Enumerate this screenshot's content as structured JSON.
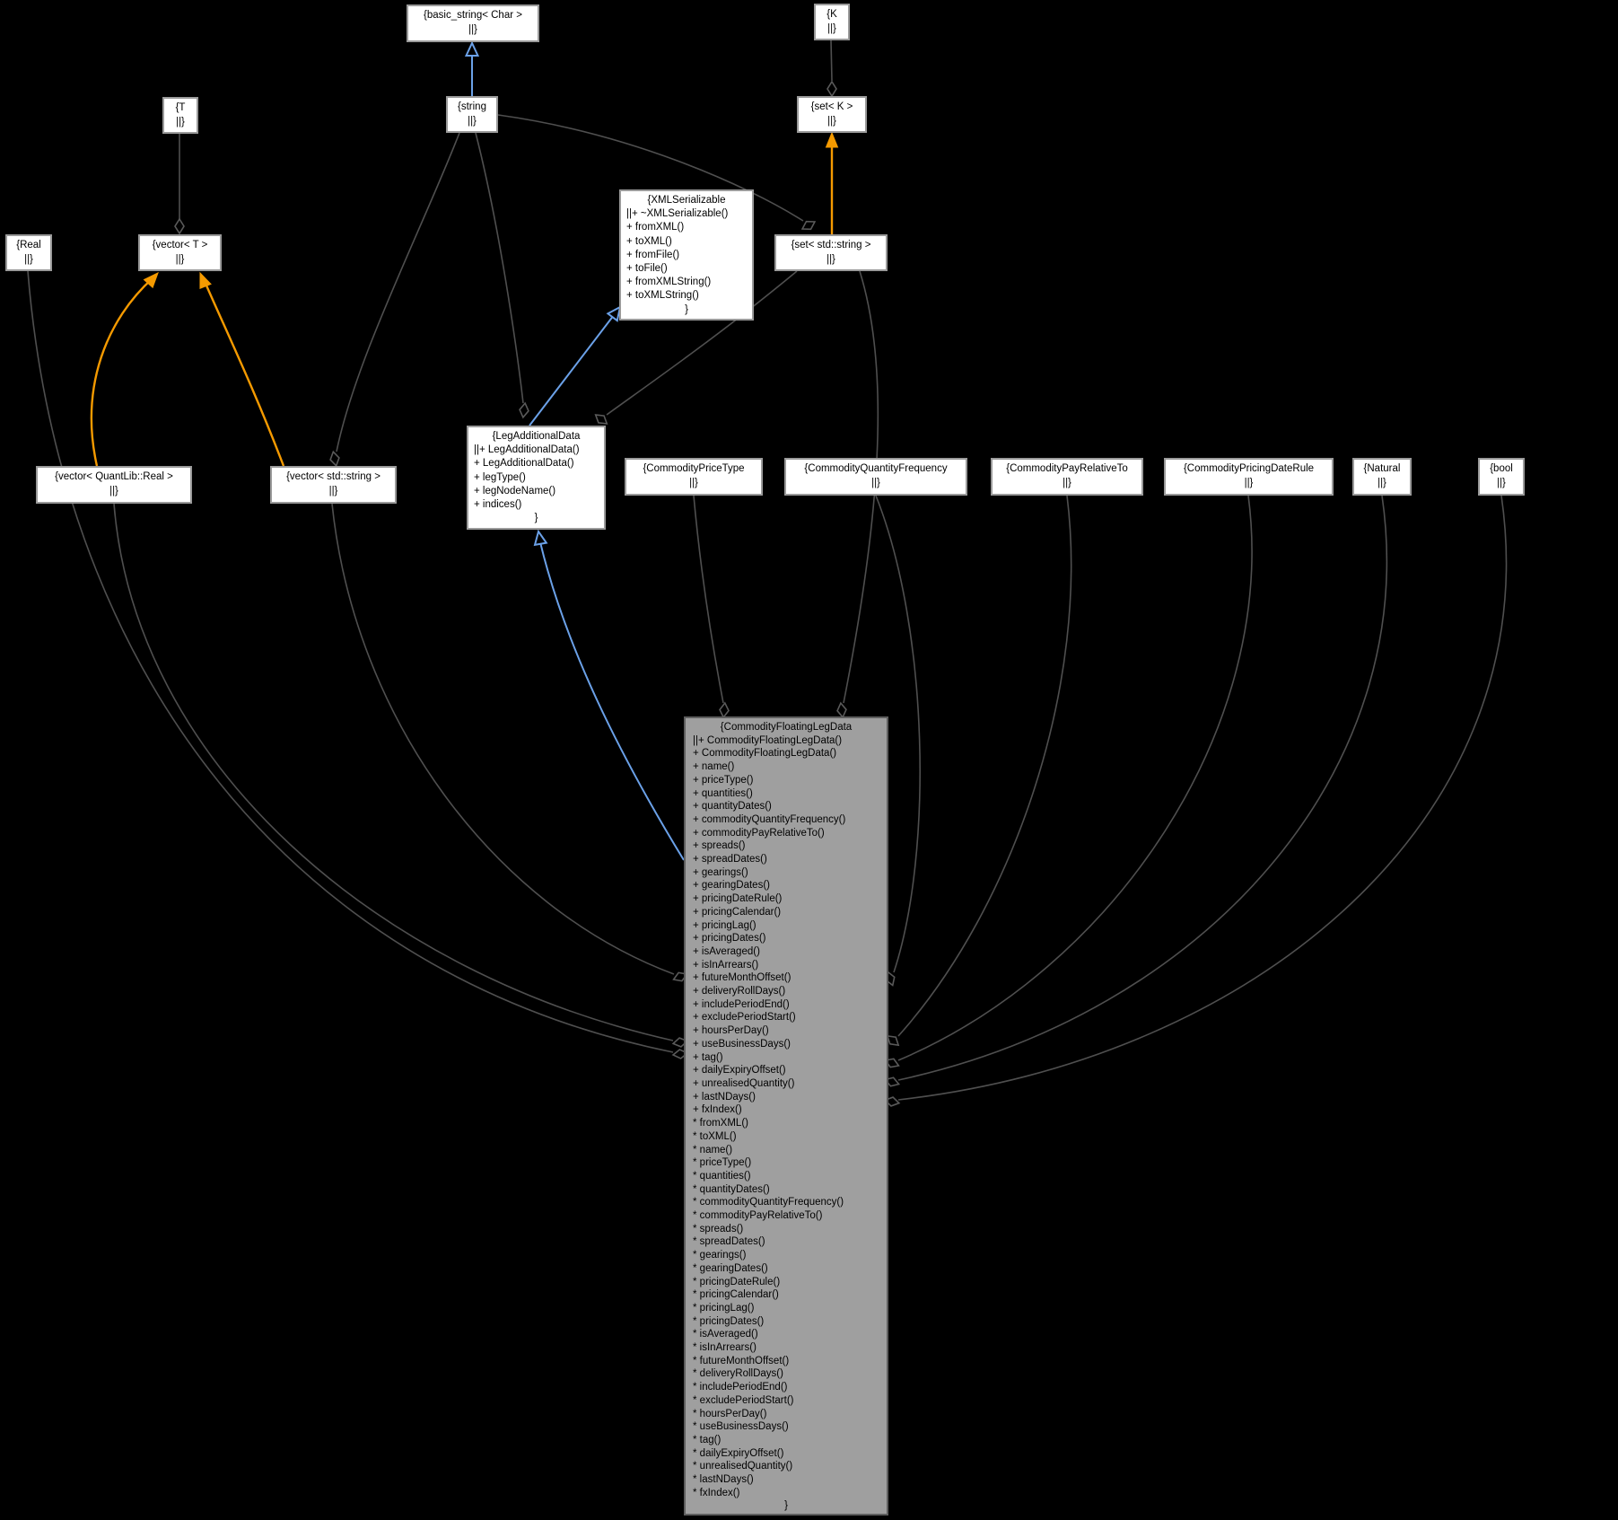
{
  "diagram": {
    "title": "CommodityFloatingLegData collaboration graph",
    "background_color": "#000000",
    "colors": {
      "inheritance_edge": "#6ba1e8",
      "template_relation_edge": "#f59a00",
      "aggregation_edge": "#4f4f4f",
      "node_background": "#ffffff",
      "node_border": "#9a9a9a",
      "main_node_background": "#9f9f9f",
      "main_node_border": "#5e5e5e",
      "node_text": "#000000"
    },
    "nodes": {
      "basic_string_char": {
        "lines": [
          "{basic_string< Char >",
          "||}"
        ]
      },
      "k": {
        "lines": [
          "{K",
          "||}"
        ]
      },
      "t": {
        "lines": [
          "{T",
          "||}"
        ]
      },
      "string": {
        "lines": [
          "{string",
          "||}"
        ]
      },
      "set_k": {
        "lines": [
          "{set< K >",
          "||}"
        ]
      },
      "xml_serializable": {
        "lines": [
          "{XMLSerializable",
          "||+ ~XMLSerializable()",
          "+ fromXML()",
          "+ toXML()",
          "+ fromFile()",
          "+ toFile()",
          "+ fromXMLString()",
          "+ toXMLString()",
          "}"
        ]
      },
      "real": {
        "lines": [
          "{Real",
          "||}"
        ]
      },
      "vector_t": {
        "lines": [
          "{vector< T >",
          "||}"
        ]
      },
      "set_std_string": {
        "lines": [
          "{set< std::string >",
          "||}"
        ]
      },
      "vector_quantlib_real": {
        "lines": [
          "{vector< QuantLib::Real >",
          "||}"
        ]
      },
      "vector_std_string": {
        "lines": [
          "{vector< std::string >",
          "||}"
        ]
      },
      "leg_additional_data": {
        "lines": [
          "{LegAdditionalData",
          "||+ LegAdditionalData()",
          "+ LegAdditionalData()",
          "+ legType()",
          "+ legNodeName()",
          "+ indices()",
          "}"
        ]
      },
      "commodity_price_type": {
        "lines": [
          "{CommodityPriceType",
          "||}"
        ]
      },
      "commodity_quantity_frequency": {
        "lines": [
          "{CommodityQuantityFrequency",
          "||}"
        ]
      },
      "commodity_pay_relative_to": {
        "lines": [
          "{CommodityPayRelativeTo",
          "||}"
        ]
      },
      "commodity_pricing_date_rule": {
        "lines": [
          "{CommodityPricingDateRule",
          "||}"
        ]
      },
      "natural": {
        "lines": [
          "{Natural",
          "||}"
        ]
      },
      "bool": {
        "lines": [
          "{bool",
          "||}"
        ]
      },
      "commodity_floating_leg_data": {
        "lines": [
          "{CommodityFloatingLegData",
          "||+ CommodityFloatingLegData()",
          "+ CommodityFloatingLegData()",
          "+ name()",
          "+ priceType()",
          "+ quantities()",
          "+ quantityDates()",
          "+ commodityQuantityFrequency()",
          "+ commodityPayRelativeTo()",
          "+ spreads()",
          "+ spreadDates()",
          "+ gearings()",
          "+ gearingDates()",
          "+ pricingDateRule()",
          "+ pricingCalendar()",
          "+ pricingLag()",
          "+ pricingDates()",
          "+ isAveraged()",
          "+ isInArrears()",
          "+ futureMonthOffset()",
          "+ deliveryRollDays()",
          "+ includePeriodEnd()",
          "+ excludePeriodStart()",
          "+ hoursPerDay()",
          "+ useBusinessDays()",
          "+ tag()",
          "+ dailyExpiryOffset()",
          "+ unrealisedQuantity()",
          "+ lastNDays()",
          "+ fxIndex()",
          "* fromXML()",
          "* toXML()",
          "* name()",
          "* priceType()",
          "* quantities()",
          "* quantityDates()",
          "* commodityQuantityFrequency()",
          "* commodityPayRelativeTo()",
          "* spreads()",
          "* spreadDates()",
          "* gearings()",
          "* gearingDates()",
          "* pricingDateRule()",
          "* pricingCalendar()",
          "* pricingLag()",
          "* pricingDates()",
          "* isAveraged()",
          "* isInArrears()",
          "* futureMonthOffset()",
          "* deliveryRollDays()",
          "* includePeriodEnd()",
          "* excludePeriodStart()",
          "* hoursPerDay()",
          "* useBusinessDays()",
          "* tag()",
          "* dailyExpiryOffset()",
          "* unrealisedQuantity()",
          "* lastNDays()",
          "* fxIndex()",
          "}"
        ]
      }
    },
    "edges": [
      {
        "from": "string",
        "to": "basic_string_char",
        "type": "public-inheritance"
      },
      {
        "from": "leg_additional_data",
        "to": "xml_serializable",
        "type": "public-inheritance"
      },
      {
        "from": "commodity_floating_leg_data",
        "to": "leg_additional_data",
        "type": "public-inheritance"
      },
      {
        "from": "set_std_string",
        "to": "set_k",
        "type": "template-instance"
      },
      {
        "from": "vector_quantlib_real",
        "to": "vector_t",
        "type": "template-instance"
      },
      {
        "from": "vector_std_string",
        "to": "vector_t",
        "type": "template-instance"
      },
      {
        "from": "k",
        "to": "set_k",
        "type": "aggregation"
      },
      {
        "from": "t",
        "to": "vector_t",
        "type": "aggregation"
      },
      {
        "from": "string",
        "to": "set_std_string",
        "type": "aggregation"
      },
      {
        "from": "string",
        "to": "vector_std_string",
        "type": "aggregation"
      },
      {
        "from": "string",
        "to": "leg_additional_data",
        "type": "aggregation"
      },
      {
        "from": "set_std_string",
        "to": "leg_additional_data",
        "type": "aggregation"
      },
      {
        "from": "commodity_price_type",
        "to": "commodity_floating_leg_data",
        "type": "aggregation"
      },
      {
        "from": "set_std_string",
        "to": "commodity_floating_leg_data",
        "type": "aggregation"
      },
      {
        "from": "commodity_quantity_frequency",
        "to": "commodity_floating_leg_data",
        "type": "aggregation"
      },
      {
        "from": "commodity_pay_relative_to",
        "to": "commodity_floating_leg_data",
        "type": "aggregation"
      },
      {
        "from": "commodity_pricing_date_rule",
        "to": "commodity_floating_leg_data",
        "type": "aggregation"
      },
      {
        "from": "natural",
        "to": "commodity_floating_leg_data",
        "type": "aggregation"
      },
      {
        "from": "bool",
        "to": "commodity_floating_leg_data",
        "type": "aggregation"
      },
      {
        "from": "vector_std_string",
        "to": "commodity_floating_leg_data",
        "type": "aggregation"
      },
      {
        "from": "vector_quantlib_real",
        "to": "commodity_floating_leg_data",
        "type": "aggregation"
      },
      {
        "from": "real",
        "to": "commodity_floating_leg_data",
        "type": "aggregation"
      }
    ]
  }
}
